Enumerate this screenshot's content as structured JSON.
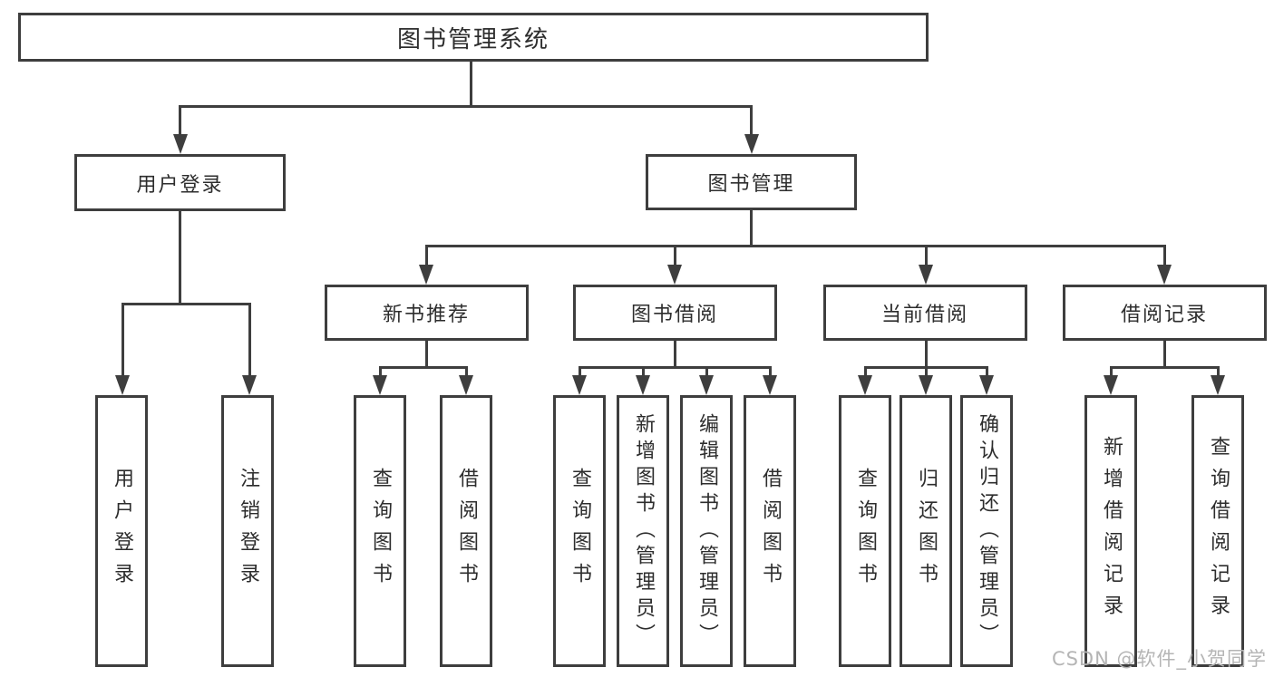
{
  "diagram_type": "hierarchy-tree",
  "tree": {
    "label": "图书管理系统",
    "children": [
      {
        "label": "用户登录",
        "children": [
          {
            "label": "用户登录"
          },
          {
            "label": "注销登录"
          }
        ]
      },
      {
        "label": "图书管理",
        "children": [
          {
            "label": "新书推荐",
            "children": [
              {
                "label": "查询图书"
              },
              {
                "label": "借阅图书"
              }
            ]
          },
          {
            "label": "图书借阅",
            "children": [
              {
                "label": "查询图书"
              },
              {
                "label": "新增图书（管理员）"
              },
              {
                "label": "编辑图书（管理员）"
              },
              {
                "label": "借阅图书"
              }
            ]
          },
          {
            "label": "当前借阅",
            "children": [
              {
                "label": "查询图书"
              },
              {
                "label": "归还图书"
              },
              {
                "label": "确认归还（管理员）"
              }
            ]
          },
          {
            "label": "借阅记录",
            "children": [
              {
                "label": "新增借阅记录"
              },
              {
                "label": "查询借阅记录"
              }
            ]
          }
        ]
      }
    ]
  },
  "watermark": {
    "text": "CSDN @软件_小贺同学"
  },
  "colors": {
    "line": "#3e3e3e",
    "box_border": "#3e3e3e",
    "text": "#2d2d2d",
    "watermark": "#b5b5b5",
    "background": "#ffffff"
  }
}
